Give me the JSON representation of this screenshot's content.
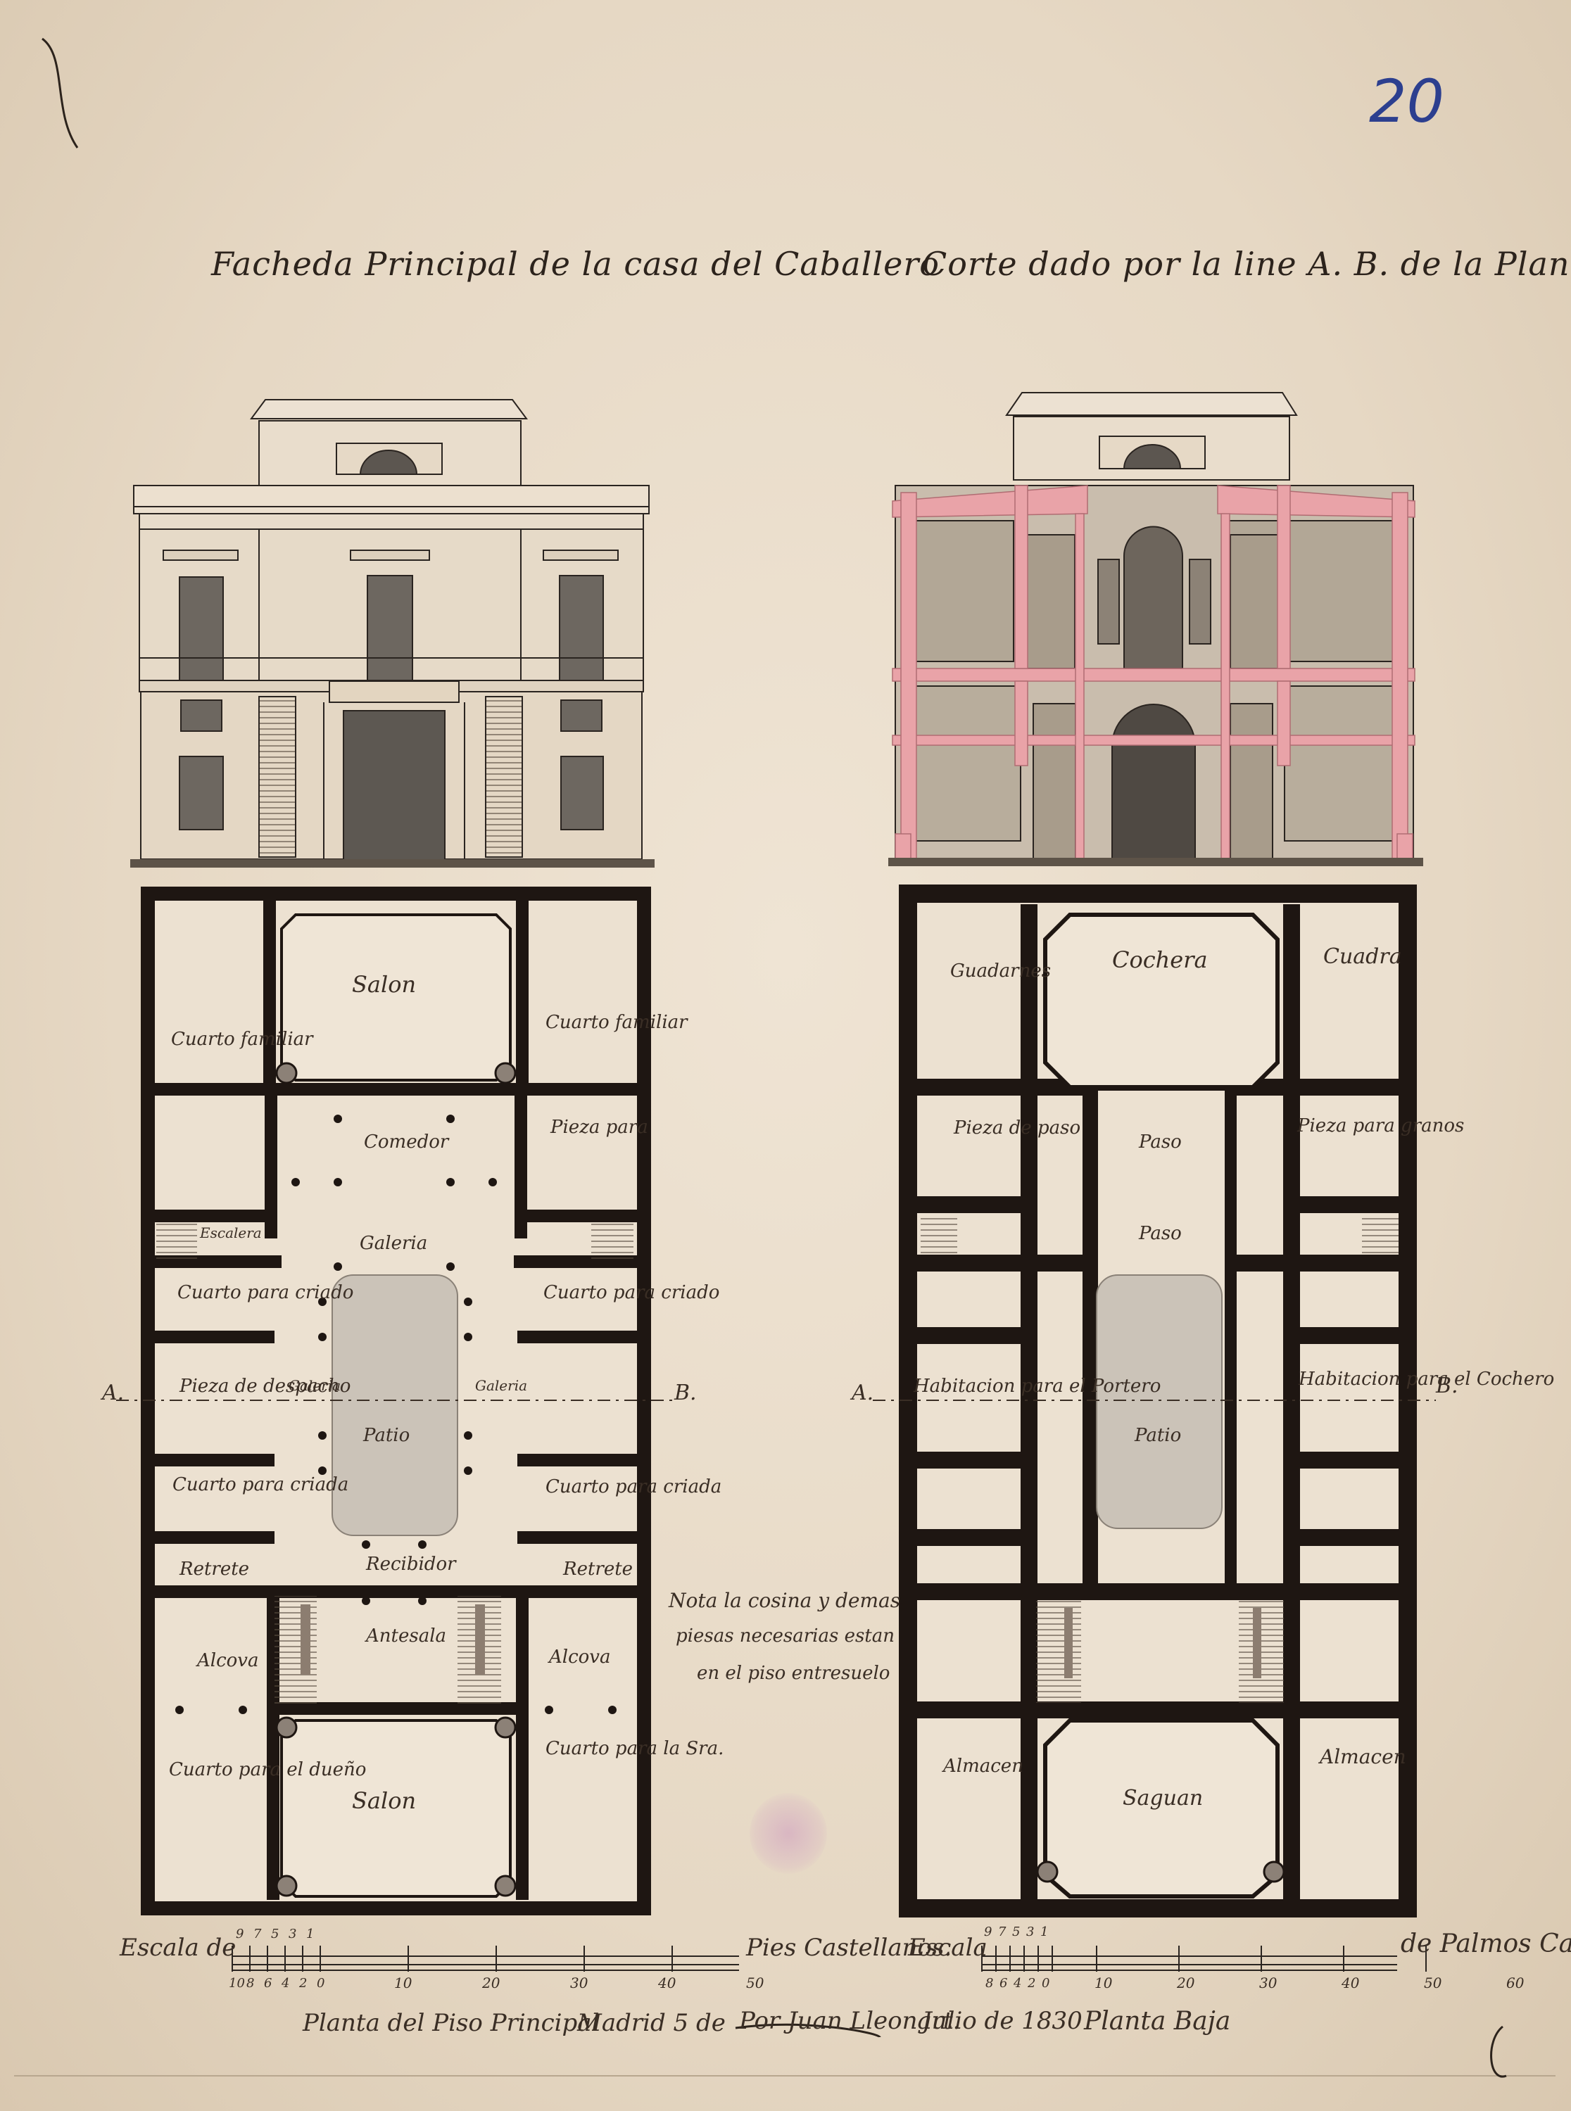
{
  "sheet_number": "20",
  "titles": {
    "elevation": "Facheda Principal de la casa del Caballero",
    "section": "Corte dado por la line A. B. de la Planta"
  },
  "plan_principal": {
    "rooms": {
      "salon_top": "Salon",
      "cuarto_familiar_left": "Cuarto familiar",
      "cuarto_familiar_right": "Cuarto familiar",
      "comedor": "Comedor",
      "pieza_para": "Pieza para",
      "escalera": "Escalera",
      "galeria": "Galeria",
      "cuarto_criado_left": "Cuarto para criado",
      "cuarto_criado_right": "Cuarto para criado",
      "pieza_despacho": "Pieza de despacho",
      "galeria_left": "Galeria",
      "galeria_right": "Galeria",
      "patio": "Patio",
      "cuarto_criada_left": "Cuarto para criada",
      "cuarto_criada_right": "Cuarto para criada",
      "retrete_left": "Retrete",
      "retrete_right": "Retrete",
      "recibidor": "Recibidor",
      "antesala": "Antesala",
      "alcova_left": "Alcova",
      "alcova_right": "Alcova",
      "cuarto_dueno": "Cuarto para el dueño",
      "cuarto_senora": "Cuarto para la Sra.",
      "salon_bottom": "Salon"
    },
    "title": "Planta del Piso Principal"
  },
  "plan_baja": {
    "rooms": {
      "guadarnes": "Guadarnes",
      "cochera": "Cochera",
      "cuadra": "Cuadra",
      "pieza_paso": "Pieza de paso",
      "paso_1": "Paso",
      "paso_2": "Paso",
      "pieza_granos": "Pieza para granos",
      "habitacion_portero": "Habitacion para el Portero",
      "habitacion_cochero": "Habitacion para el Cochero",
      "patio": "Patio",
      "almacen_left": "Almacen",
      "almacen_right": "Almacen",
      "saguan": "Saguan"
    },
    "title": "Planta Baja"
  },
  "section_markers": {
    "a": "A.",
    "b": "B."
  },
  "note": [
    "Nota la cosina y demas",
    "piesas necesarias estan",
    "en el piso entresuelo"
  ],
  "scales": {
    "left_prefix": "Escala de",
    "left_unit": "Pies Castellanos.",
    "left_small_ticks": [
      "10",
      "8",
      "6",
      "4",
      "2",
      "0"
    ],
    "left_small_top": [
      "9",
      "7",
      "5",
      "3",
      "1"
    ],
    "left_ticks": [
      "10",
      "20",
      "30",
      "40",
      "50"
    ],
    "right_prefix": "Escala",
    "right_unit": "de Palmos Catal.",
    "right_small_ticks": [
      "8",
      "6",
      "4",
      "2",
      "0"
    ],
    "right_small_top": [
      "9",
      "7",
      "5",
      "3",
      "1"
    ],
    "right_ticks": [
      "10",
      "20",
      "30",
      "40",
      "50",
      "60"
    ]
  },
  "signature": {
    "place": "Madrid 5 de",
    "author": "Por Juan Lleonart.",
    "date": "Julio de 1830"
  },
  "colors": {
    "ink": "#1e1612",
    "wash": "#8a8177",
    "section_pink": "#e9a3a8",
    "paper": "#e8dccb"
  }
}
